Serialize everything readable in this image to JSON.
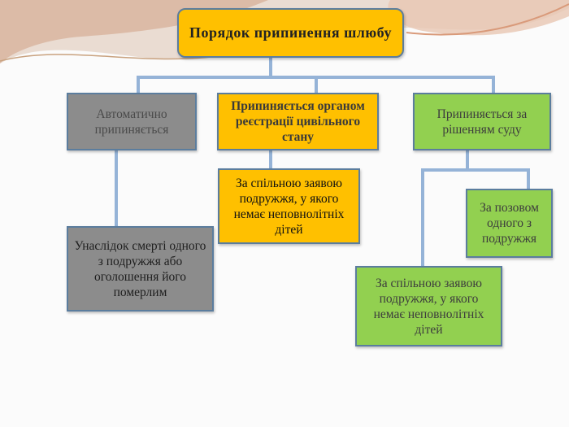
{
  "title": "Порядок припинення шлюбу",
  "branches": [
    {
      "label": "Автоматично припиняється",
      "children": [
        "Унаслідок смерті одного з подружжя або оголошення його померлим"
      ]
    },
    {
      "label": "Припиняється органом реєстрації цивільного стану",
      "children": [
        "За спільною заявою подружжя, у якого немає неповнолітніх дітей"
      ]
    },
    {
      "label": "Припиняється за рішенням суду",
      "children": [
        "За позовом одного з подружжя",
        "За спільною заявою подружжя, у якого немає неповнолітніх дітей"
      ]
    }
  ],
  "colors": {
    "gray": "#8c8c8c",
    "orange": "#ffc000",
    "green": "#92d050",
    "connector": "#95b3d7",
    "border": "#5b7d9e"
  }
}
